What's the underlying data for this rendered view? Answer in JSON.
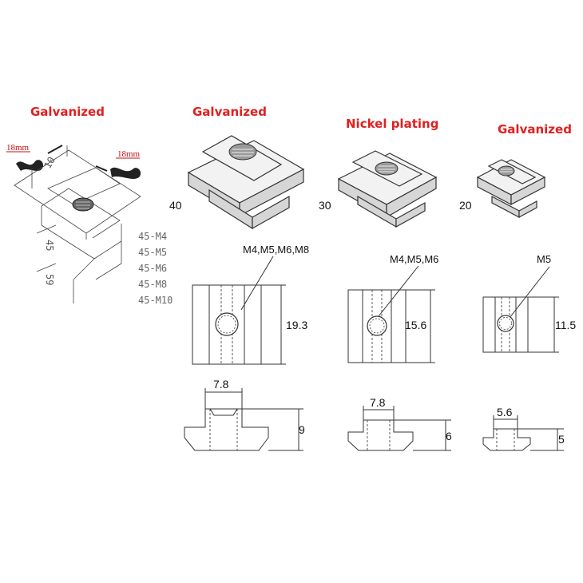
{
  "left": {
    "title": "Galvanized",
    "dim_left": "18mm",
    "dim_right": "18mm",
    "dim_ten": "10",
    "dim_45": "45",
    "dim_59": "59",
    "specs": [
      "45-M4",
      "45-M5",
      "45-M6",
      "45-M8",
      "45-M10"
    ]
  },
  "nuts": [
    {
      "title": "Galvanized",
      "size": "40",
      "threads": "M4,M5,M6,M8",
      "height": "19.3",
      "top_width": "7.8",
      "thickness": "9"
    },
    {
      "title": "Nickel plating",
      "size": "30",
      "threads": "M4,M5,M6",
      "height": "15.6",
      "top_width": "7.8",
      "thickness": "6"
    },
    {
      "title": "Galvanized",
      "size": "20",
      "threads": "M5",
      "height": "11.5",
      "top_width": "5.6",
      "thickness": "5"
    }
  ],
  "colors": {
    "title": "#e02020",
    "line": "#333333"
  }
}
